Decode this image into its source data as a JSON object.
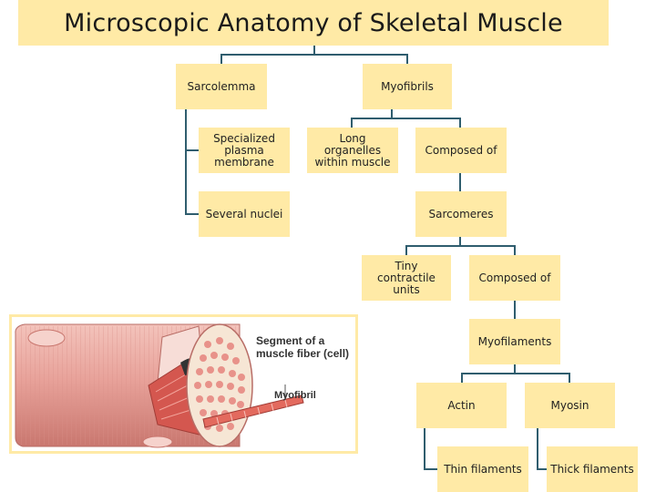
{
  "title": "Microscopic Anatomy of Skeletal Muscle",
  "nodes": {
    "sarcolemma": "Sarcolemma",
    "myofibrils": "Myofibrils",
    "specialized": "Specialized plasma membrane",
    "several_nuclei": "Several nuclei",
    "long_organelles": "Long organelles within muscle",
    "composed_of_1": "Composed of",
    "sarcomeres": "Sarcomeres",
    "tiny_units": "Tiny contractile units",
    "composed_of_2": "Composed of",
    "myofilaments": "Myofilaments",
    "actin": "Actin",
    "myosin": "Myosin",
    "thin": "Thin filaments",
    "thick": "Thick filaments"
  },
  "figure": {
    "caption_line1": "Segment of a",
    "caption_line2": "muscle fiber (cell)",
    "myofibril_label": "Myofibril"
  },
  "colors": {
    "box_fill": "#ffeaa6",
    "line": "#2f5d6e",
    "fiber": "#e8a29a",
    "fiber_dark": "#c95a55"
  }
}
